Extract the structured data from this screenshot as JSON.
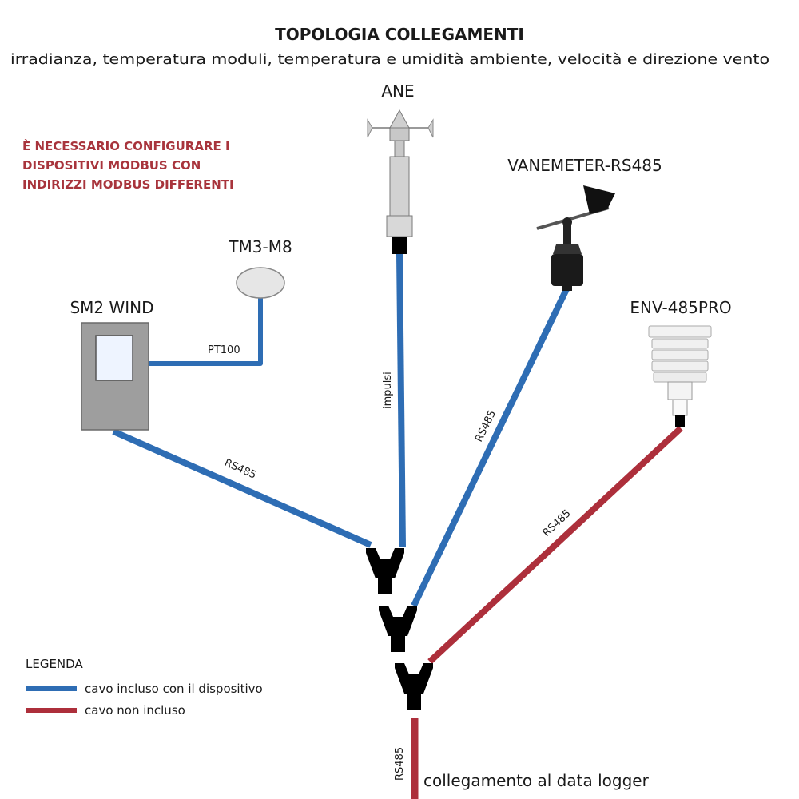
{
  "header": {
    "title": "TOPOLOGIA COLLEGAMENTI",
    "subtitle": "irradianza, temperatura moduli, temperatura e umidità ambiente, velocità e direzione vento"
  },
  "warning": {
    "lines": [
      "È NECESSARIO CONFIGURARE I",
      "DISPOSITIVI MODBUS CON",
      "INDIRIZZI MODBUS DIFFERENTI"
    ]
  },
  "devices": {
    "ane": "ANE",
    "vanemeter": "VANEMETER-RS485",
    "tm3": "TM3-M8",
    "sm2": "SM2 WIND",
    "env": "ENV-485PRO"
  },
  "cables": {
    "pt100": "PT100",
    "impulsi": "impulsi",
    "rs485_vane": "RS485",
    "rs485_sm2": "RS485",
    "rs485_env": "RS485",
    "rs485_main": "RS485"
  },
  "legend": {
    "title": "LEGENDA",
    "items": [
      {
        "label": "cavo incluso con il dispositivo",
        "color": "#2e6db4"
      },
      {
        "label": "cavo non incluso",
        "color": "#ad2f3b"
      }
    ]
  },
  "footer": {
    "text": "collegamento al data logger"
  },
  "colors": {
    "included_cable": "#2e6db4",
    "not_included_cable": "#ad2f3b",
    "warning_text": "#a8343c",
    "connector": "#000000"
  }
}
